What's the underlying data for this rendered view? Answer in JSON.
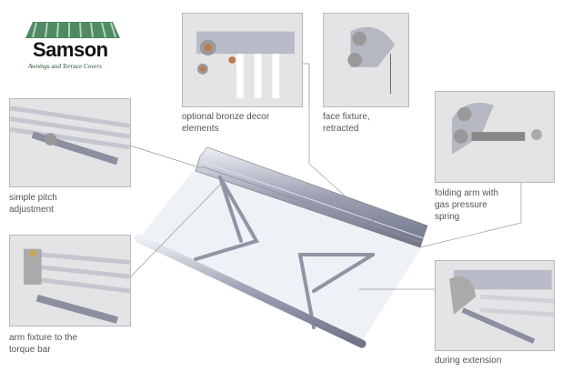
{
  "logo": {
    "name": "Samson",
    "tagline": "Awnings and Terrace Covers",
    "color": "#3f7a52"
  },
  "labels": {
    "bronze": [
      "optional bronze decor",
      "elements"
    ],
    "face": [
      "face fixture,",
      "retracted"
    ],
    "folding": [
      "folding arm with",
      "gas pressure",
      "spring"
    ],
    "pitch": [
      "simple pitch",
      "adjustment"
    ],
    "arm": [
      "arm fixture to the",
      "torque bar"
    ],
    "extension": [
      "during extension"
    ]
  }
}
